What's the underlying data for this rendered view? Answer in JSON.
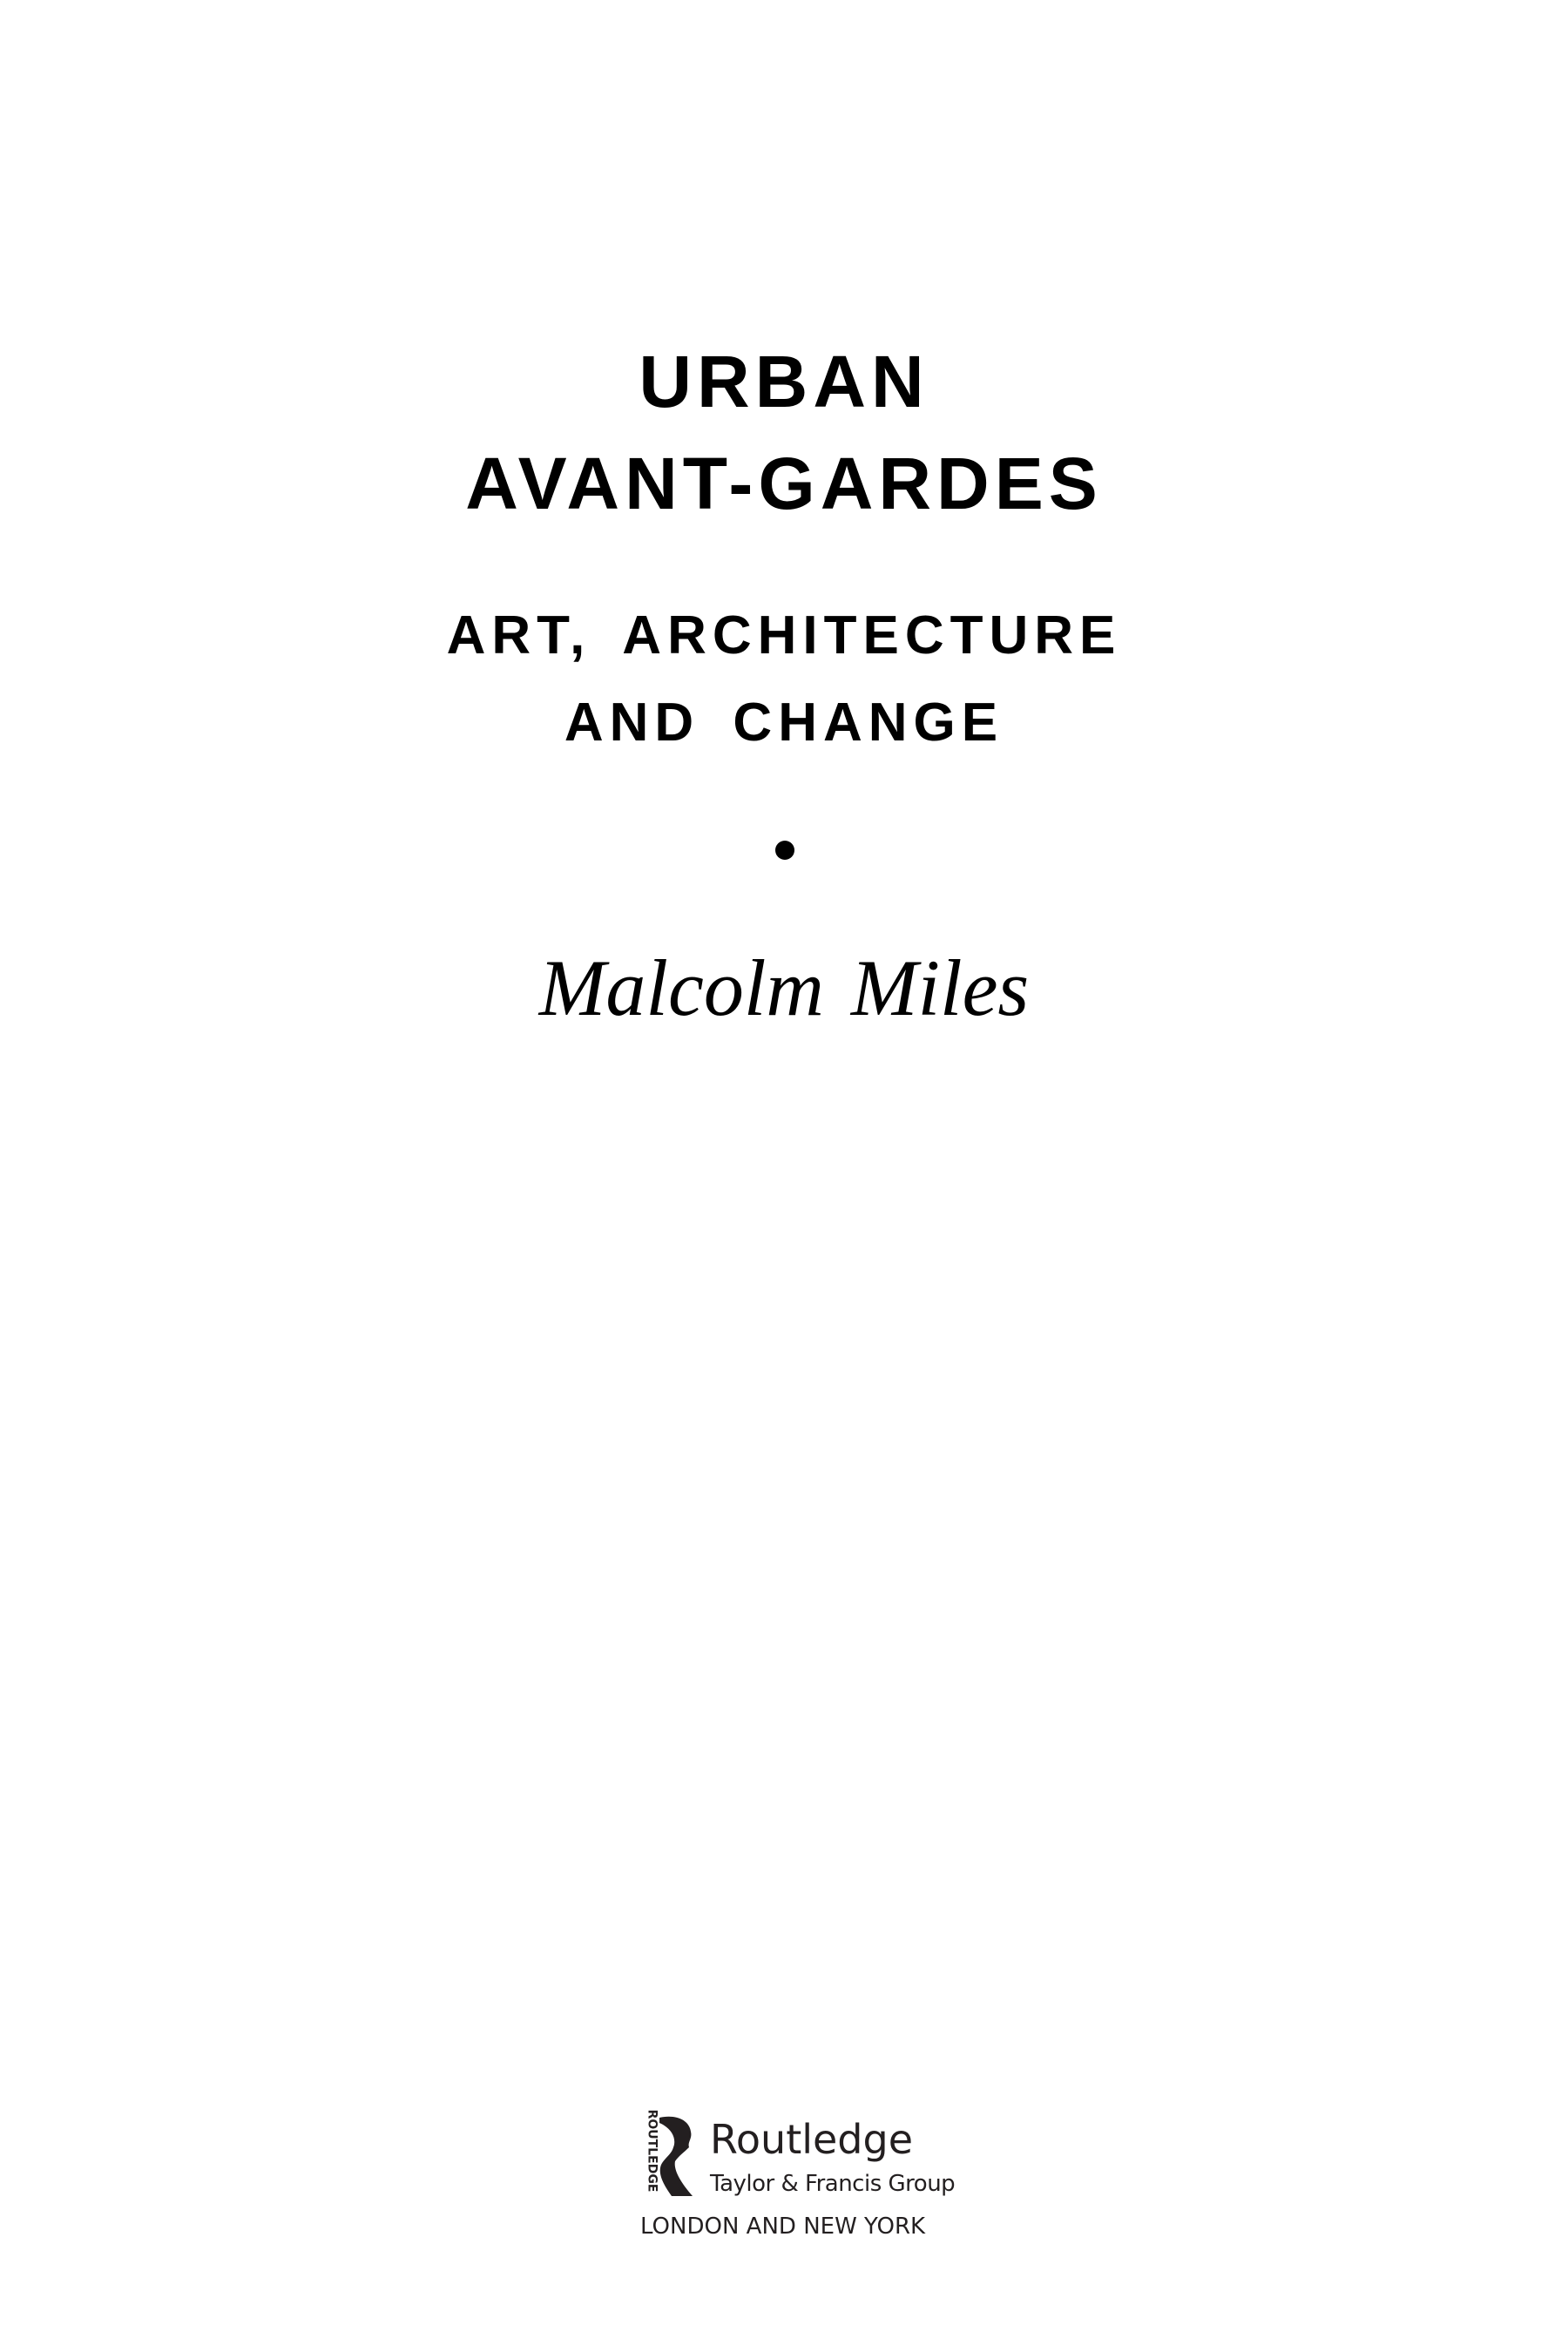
{
  "title": {
    "line1": "URBAN",
    "line2": "AVANT-GARDES"
  },
  "subtitle": {
    "line1": "ART, ARCHITECTURE",
    "line2": "AND CHANGE"
  },
  "author": "Malcolm Miles",
  "publisher": {
    "logo_vertical_text": "ROUTLEDGE",
    "name": "Routledge",
    "group": "Taylor & Francis Group",
    "locations": "LONDON AND NEW YORK"
  }
}
